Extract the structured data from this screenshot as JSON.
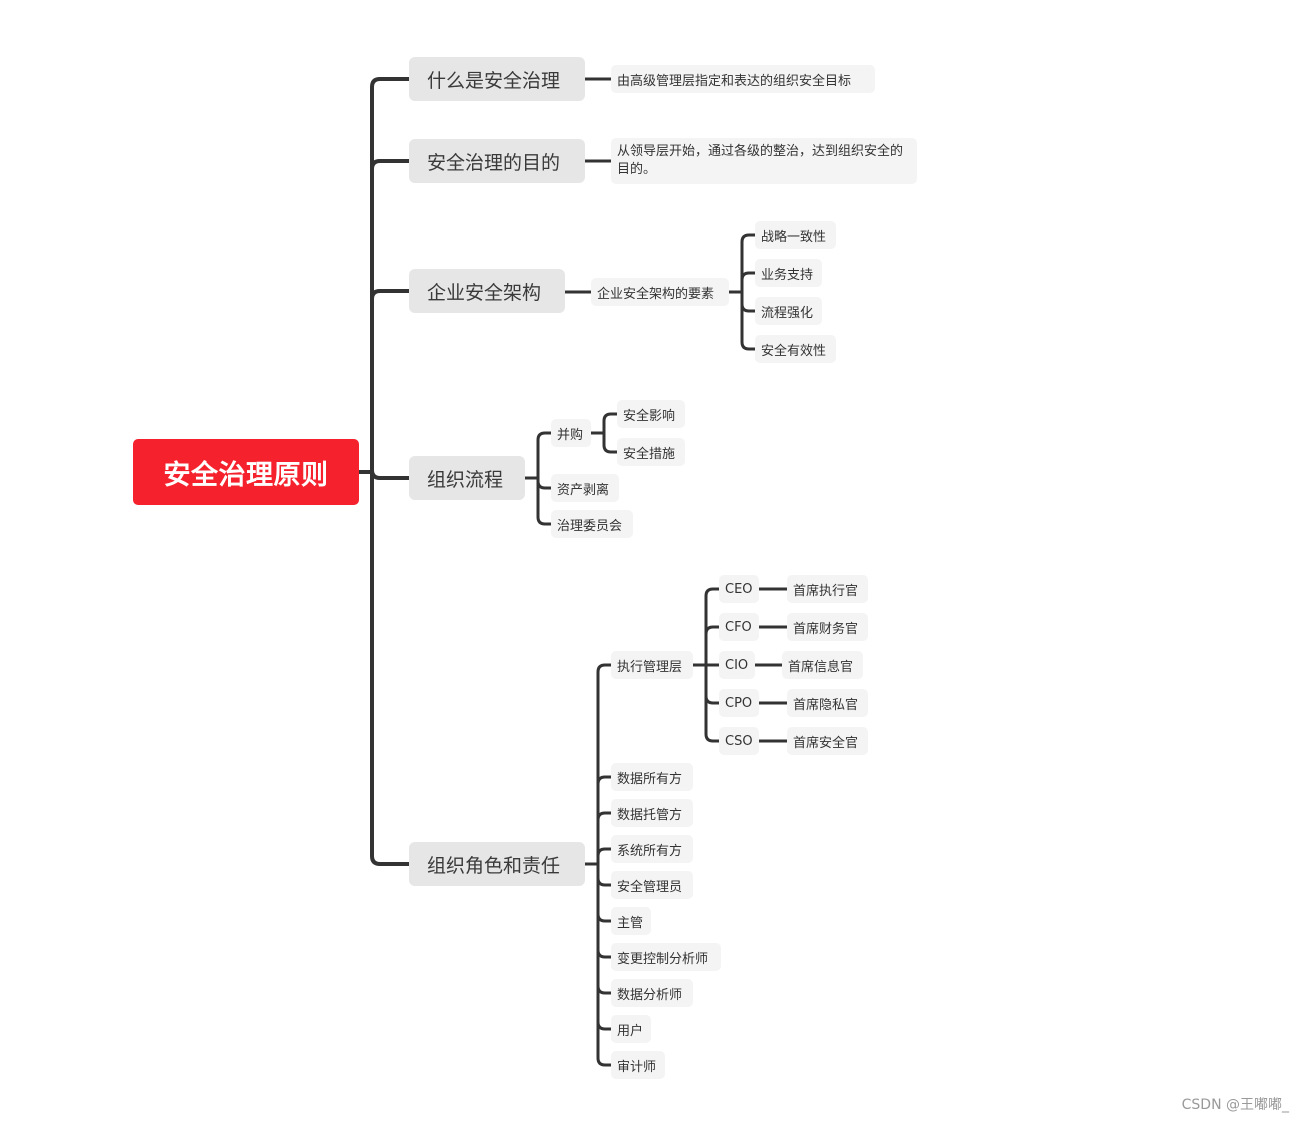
{
  "root": {
    "label": "安全治理原则"
  },
  "branches": {
    "what": {
      "label": "什么是安全治理",
      "detail": "由高级管理层指定和表达的组织安全目标"
    },
    "purpose": {
      "label": "安全治理的目的",
      "detail": "从领导层开始，通过各级的整治，达到组织安全的目的。"
    },
    "arch": {
      "label": "企业安全架构",
      "elements": "企业安全架构的要素",
      "items": [
        "战略一致性",
        "业务支持",
        "流程强化",
        "安全有效性"
      ]
    },
    "process": {
      "label": "组织流程",
      "merger": "并购",
      "merger_items": [
        "安全影响",
        "安全措施"
      ],
      "divestiture": "资产剥离",
      "committee": "治理委员会"
    },
    "roles": {
      "label": "组织角色和责任",
      "exec": "执行管理层",
      "officers": [
        {
          "abbr": "CEO",
          "full": "首席执行官"
        },
        {
          "abbr": "CFO",
          "full": "首席财务官"
        },
        {
          "abbr": "CIO",
          "full": "首席信息官"
        },
        {
          "abbr": "CPO",
          "full": "首席隐私官"
        },
        {
          "abbr": "CSO",
          "full": "首席安全官"
        }
      ],
      "others": [
        "数据所有方",
        "数据托管方",
        "系统所有方",
        "安全管理员",
        "主管",
        "变更控制分析师",
        "数据分析师",
        "用户",
        "审计师"
      ]
    }
  },
  "watermark": "CSDN @王嘟嘟_",
  "colors": {
    "root": "#f5222d",
    "line": "#333333",
    "topic": "#e6e6e6",
    "subtopic": "#f4f4f4"
  }
}
